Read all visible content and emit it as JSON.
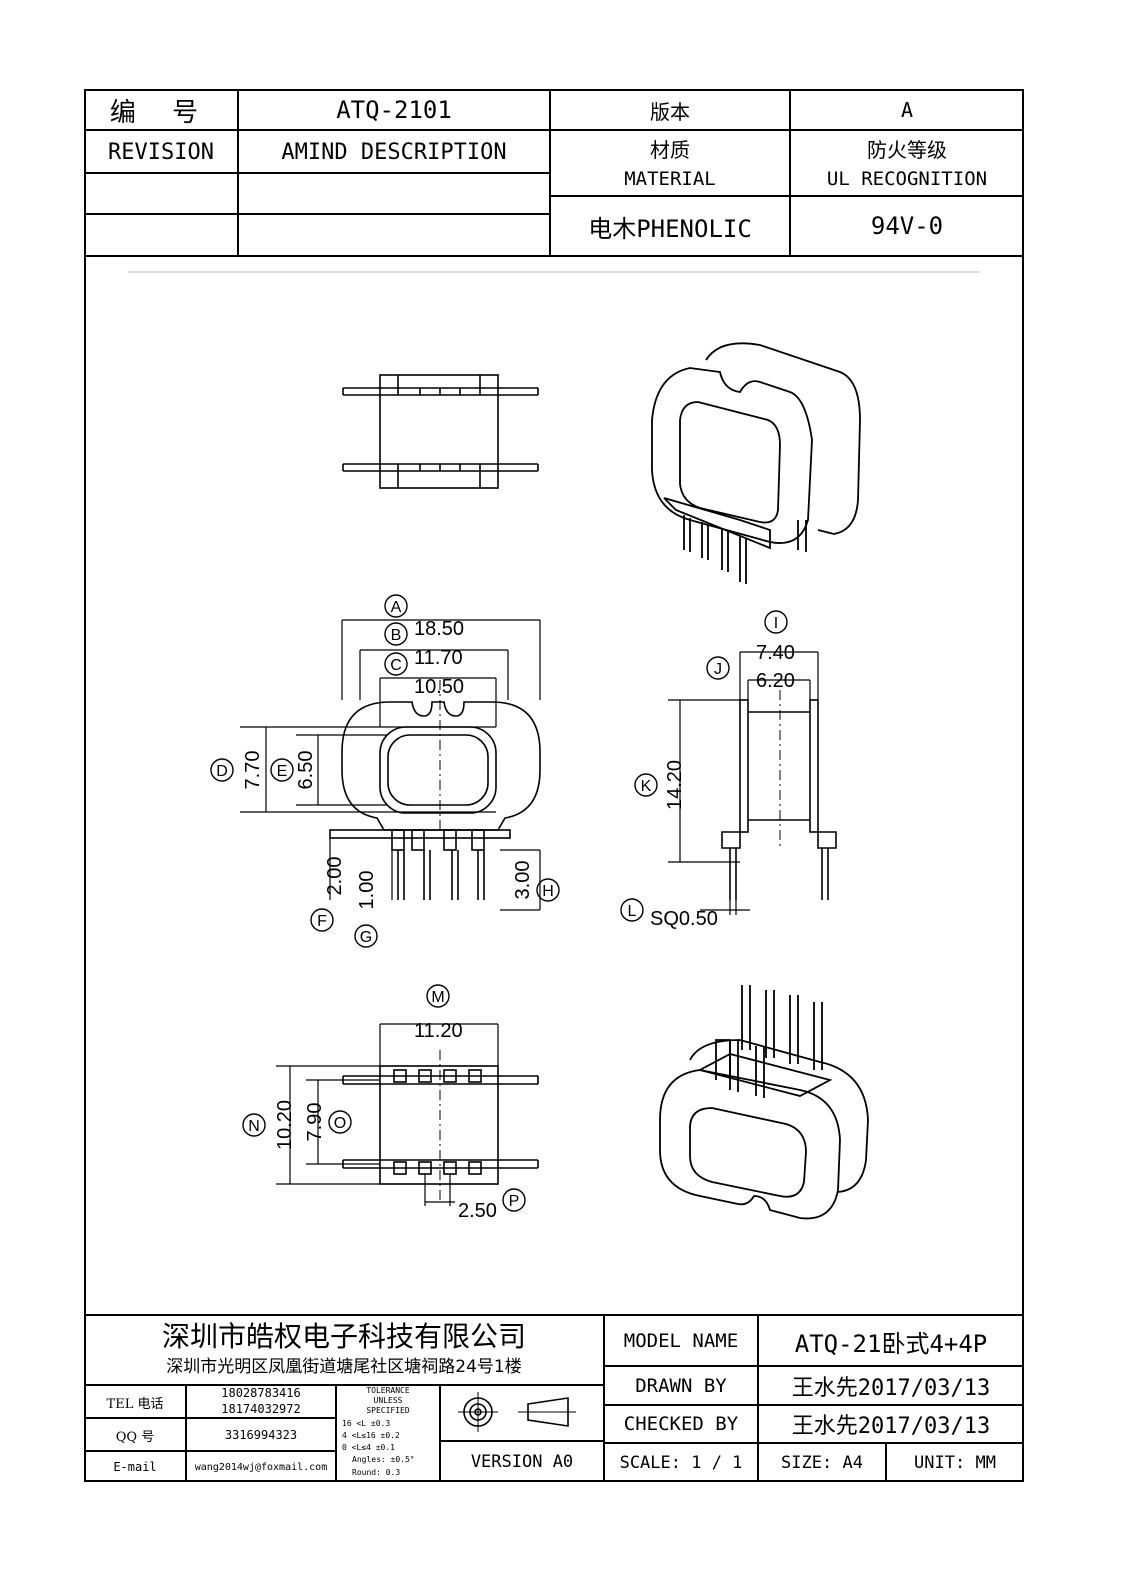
{
  "header": {
    "code_label": "编 号",
    "code_value": "ATQ-2101",
    "version_label": "版本",
    "version_value": "A",
    "revision_label": "REVISION",
    "amind_label": "AMIND DESCRIPTION",
    "material_cn": "材质",
    "material_en": "MATERIAL",
    "ul_cn": "防火等级",
    "ul_en": "UL RECOGNITION",
    "material_value": "电木PHENOLIC",
    "ul_value": "94V-0"
  },
  "dimensions": {
    "A": "18.50",
    "B": "11.70",
    "C": "10.50",
    "D": "7.70",
    "E": "6.50",
    "F": "2.00",
    "G": "1.00",
    "H": "3.00",
    "I": "7.40",
    "J": "6.20",
    "K": "14.20",
    "L": "SQ0.50",
    "M": "11.20",
    "N": "10.20",
    "O": "7.90",
    "P": "2.50"
  },
  "dimension_letters": [
    "A",
    "B",
    "C",
    "D",
    "E",
    "F",
    "G",
    "H",
    "I",
    "J",
    "K",
    "L",
    "M",
    "N",
    "O",
    "P"
  ],
  "footer": {
    "company_name": "深圳市皓权电子科技有限公司",
    "company_address": "深圳市光明区凤凰街道塘尾社区塘祠路24号1楼",
    "tel_label": "TEL 电话",
    "tel_1": "18028783416",
    "tel_2": "18174032972",
    "qq_label": "QQ 号",
    "qq_value": "3316994323",
    "email_label": "E-mail",
    "email_value": "wang2014wj@foxmail.com",
    "tolerance_lines": [
      "TOLERANCE",
      "UNLESS",
      "SPECIFIED",
      "16 <L ±0.3",
      "4 <L≤16 ±0.2",
      "0 <L≤4 ±0.1",
      "Angles: ±0.5°",
      "Round: 0.3"
    ],
    "version": "VERSION A0",
    "model_name_label": "MODEL NAME",
    "model_name_value": "ATQ-21卧式4+4P",
    "drawn_by_label": "DRAWN BY",
    "drawn_by_value": "王水先2017/03/13",
    "checked_by_label": "CHECKED BY",
    "checked_by_value": "王水先2017/03/13",
    "scale": "SCALE: 1 / 1",
    "size": "SIZE: A4",
    "unit": "UNIT: MM"
  }
}
